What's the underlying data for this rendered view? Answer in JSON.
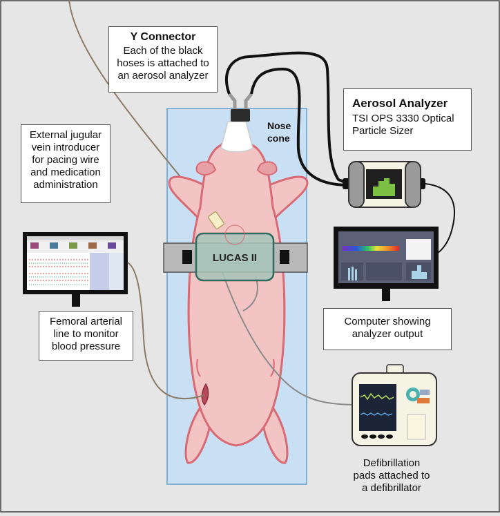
{
  "labels": {
    "y_connector": {
      "title": "Y Connector",
      "body": "Each of the black\nhoses is attached to\nan aerosol analyzer"
    },
    "aerosol_analyzer": {
      "title": "Aerosol Analyzer",
      "body": "TSI OPS 3330 Optical\nParticle Sizer"
    },
    "jugular": {
      "body": "External jugular\nvein introducer\nfor pacing wire\nand medication\nadministration"
    },
    "femoral": {
      "body": "Femoral arterial\nline to monitor\nblood pressure"
    },
    "computer": {
      "body": "Computer showing\nanalyzer output"
    },
    "defibrillator": {
      "body": "Defibrillation\npads attached to\na defibrillator"
    },
    "nose_cone": "Nose\ncone",
    "lucas": "LUCAS II"
  },
  "colors": {
    "background": "#e6e6e6",
    "table": "#c9dff3",
    "pig_fill": "#f2c4c4",
    "pig_outline": "#d96a73",
    "device": "#a7c6bb",
    "hose": "#111111",
    "wire": "#8a7a66"
  }
}
